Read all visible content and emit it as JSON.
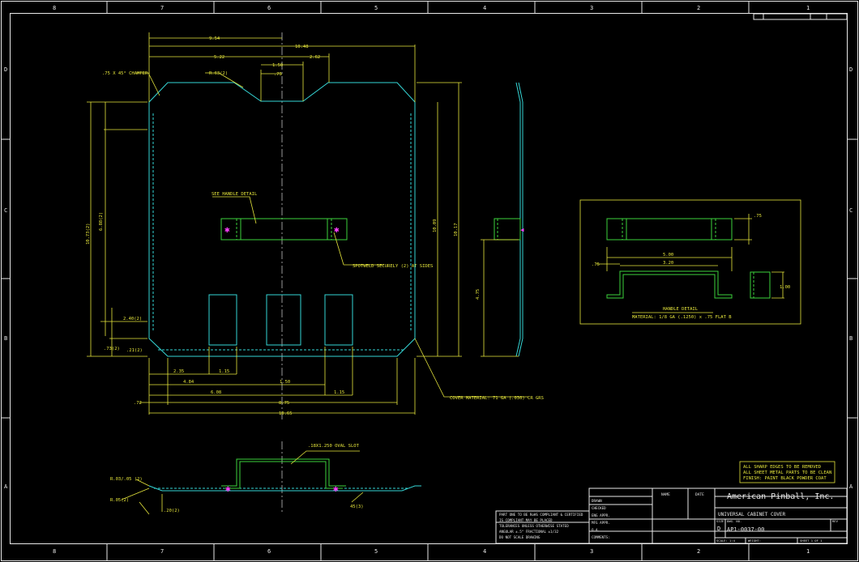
{
  "zone_columns": [
    "8",
    "7",
    "6",
    "5",
    "4",
    "3",
    "2",
    "1"
  ],
  "zone_rows": [
    "D",
    "C",
    "B",
    "A"
  ],
  "company": "American Pinball, Inc.",
  "drawing_title": "UNIVERSAL CABINET COVER",
  "part_number": "AP1-0037-00",
  "size_letter": "D",
  "material_note": "COVER MATERIAL: 71 GA (.030) CR GRS",
  "detail_title": "HANDLE DETAIL",
  "detail_material": "MATERIAL: 1/8 GA (.1250) x .75 FLAT B",
  "colors": {
    "frame": "#e8e8e8",
    "dimension": "#e6e63c",
    "part_outline": "#35d6d6",
    "handle_outline": "#3cd23c",
    "weld_marker": "#ff40ff"
  },
  "top_view": {
    "top_dims": [
      "9.54",
      "10.48",
      "5.22",
      "2.62",
      "1.50",
      ".75",
      "R.63(2)"
    ],
    "chamfer_note": ".75 X 45° CHAMFER",
    "left_dims": [
      "6.88(2)",
      "10.73(2)",
      "2.40(2)",
      ".73(2)",
      ".21(2)"
    ],
    "right_dims": [
      "10.09",
      "10.17"
    ],
    "bottom_dims": [
      "2.35",
      "1.15",
      "4.84",
      "1.50",
      "6.08",
      "1.15",
      "8.75",
      "10.65",
      ".72"
    ],
    "handle_callout": "SEE HANDLE DETAIL",
    "weld_callout": "SPOTWELD SECURELY (2) AT SIDES"
  },
  "side_view": {
    "dims": [
      "4.75"
    ]
  },
  "handle_detail": {
    "dims": [
      ".75",
      "5.00",
      "3.20",
      ".75",
      "1.00"
    ]
  },
  "section_view": {
    "slot_callout": ".18X1.250 OVAL SLOT",
    "dims": [
      "R.03/.05 (2)",
      "R.05(2)",
      ".20(2)",
      "45(3)"
    ]
  },
  "notes_box": [
    "ALL SHARP EDGES TO BE REMOVED",
    "ALL SHEET METAL PARTS TO BE CLEAN",
    "FINISH: PAINT BLACK POWDER COAT"
  ],
  "left_block": [
    "PART ONE TO BE RoHS COMPLIANT & CERTIFIED",
    "IS COMPLIANT MAY BE PLACED",
    "TOLERANCES UNLESS OTHERWISE STATED",
    "ANGULAR ±.5° FRACTIONAL ±1/32",
    "DO NOT SCALE DRAWING"
  ],
  "approvals": [
    "DRAWN",
    "CHECKED",
    "ENG APPR.",
    "MFG APPR.",
    "Q.A.",
    "COMMENTS:"
  ],
  "title_block_fields": {
    "name": "NAME",
    "date": "DATE",
    "size_label": "SIZE",
    "dwg_no": "DWG. NO.",
    "rev": "REV",
    "scale": "SCALE: 1:4",
    "sheet": "SHEET 1 OF 1",
    "weight": "WEIGHT:"
  }
}
